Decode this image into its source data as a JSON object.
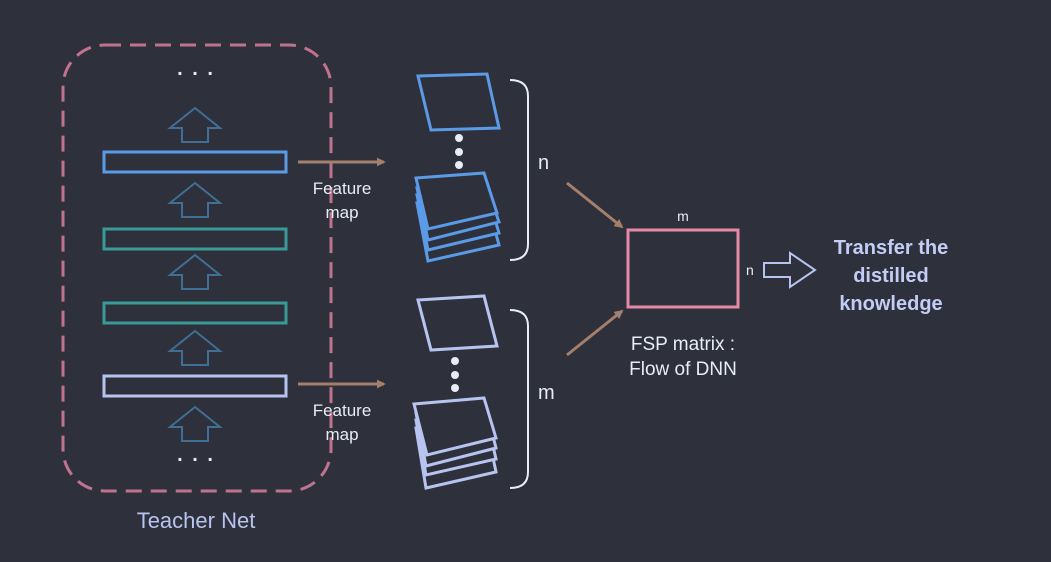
{
  "teacher_net": {
    "label": "Teacher Net",
    "ellipsis_top": ". . .",
    "ellipsis_bottom": ". . ."
  },
  "feature_map_top": {
    "label_line1": "Feature",
    "label_line2": "map"
  },
  "feature_map_bottom": {
    "label_line1": "Feature",
    "label_line2": "map"
  },
  "brace_top": {
    "label": "n"
  },
  "brace_bottom": {
    "label": "m"
  },
  "fsp_matrix": {
    "width_label": "m",
    "height_label": "n",
    "caption_line1": "FSP matrix :",
    "caption_line2": "Flow of DNN"
  },
  "transfer": {
    "line1": "Transfer the",
    "line2": "distilled",
    "line3": "knowledge"
  },
  "colors": {
    "background": "#2e313b",
    "dashed_border": "#c0728f",
    "layer_blue": "#5a9ae6",
    "layer_teal": "#3a9a97",
    "layer_lavender": "#b8c4f0",
    "up_arrow": "#3f6f95",
    "feature_arrow": "#a4806c",
    "fsp_border": "#e58aa6",
    "text": "#e8ecf5",
    "transfer_text": "#c4cdf5",
    "brace": "#e8ecf5"
  }
}
